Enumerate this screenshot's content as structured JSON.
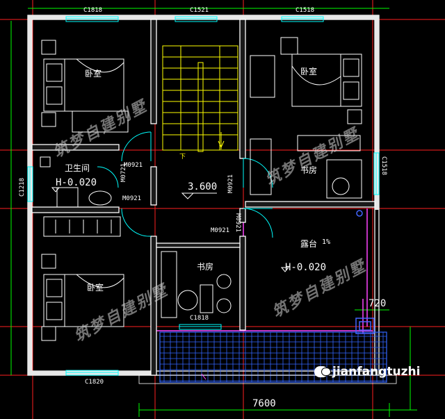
{
  "rooms": {
    "bedroom_top_left": "卧室",
    "bedroom_top_right": "卧室",
    "bathroom": "卫生间",
    "study_right": "书房",
    "terrace": "露台",
    "study_bottom": "书房",
    "bedroom_bottom_left": "卧室"
  },
  "levels": {
    "bathroom": "H-0.020",
    "stair_landing": "3.600",
    "terrace": "H-0.020"
  },
  "windows": {
    "top_left": "C1818",
    "top_center": "C1521",
    "top_right": "C1518",
    "left_side": "C1218",
    "right_side": "C1518",
    "bottom_left": "C1820",
    "study_bottom": "C1818"
  },
  "doors": {
    "bath_upper": "M0921",
    "bath_vertical": "M0721",
    "bath_lower": "M0921",
    "study_right": "M0921",
    "terrace_door": "M0921",
    "center_vertical": "M0921"
  },
  "stairs": {
    "down_label": "下"
  },
  "slope": "1%",
  "dimensions": {
    "overall_width": "7600",
    "balcony_offset": "720"
  },
  "watermark": {
    "text": "筑梦自建别墅"
  },
  "brand": {
    "text": "jianfangtuzhi"
  },
  "colors": {
    "background": "#000000",
    "wall": "#ffffff",
    "wall_fill": "#e8e8e8",
    "axis_red": "#ff2020",
    "window_cyan": "#00ffff",
    "stair_yellow": "#ffff00",
    "dim_green": "#00ff00",
    "frame_magenta": "#ff44ff",
    "roof_tile_blue": "#3366ff",
    "balcony_blue": "#4466ff"
  }
}
